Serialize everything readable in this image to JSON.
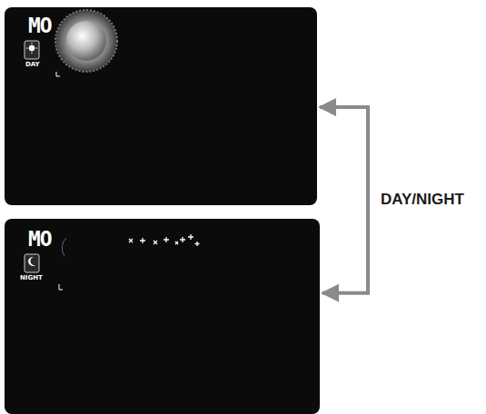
{
  "diagram": {
    "nodes": [
      {
        "text": [
          "MO",
          "DAY"
        ]
      },
      {
        "text": [
          "MO",
          "NIGHT"
        ]
      }
    ],
    "edges": [
      {
        "from": 0,
        "to": 1,
        "arrow": "both",
        "label": "DAY/NIGHT"
      }
    ]
  }
}
